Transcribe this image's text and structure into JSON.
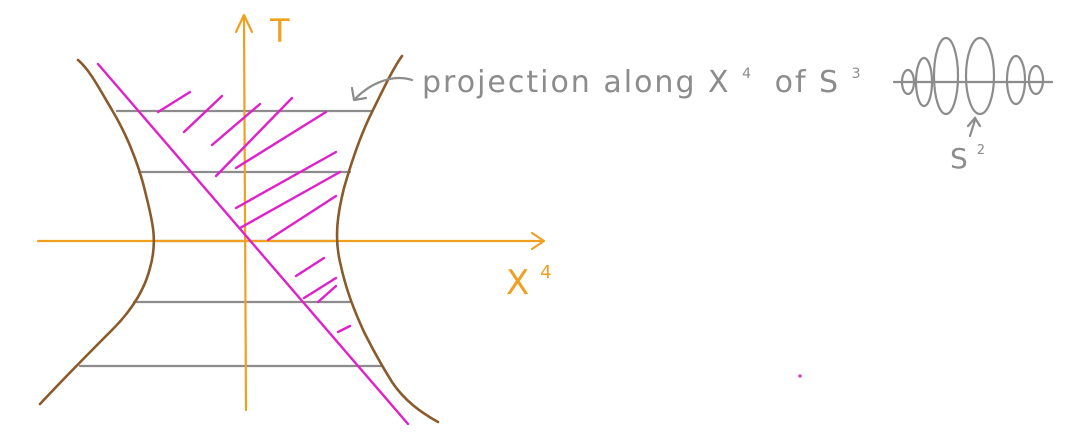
{
  "labels": {
    "time_axis": "T",
    "space_axis": "X",
    "space_axis_sup": "4",
    "annotation_main": "projection along X",
    "annotation_sup_x": "4",
    "annotation_of": "of S",
    "annotation_sup_s": "3",
    "sphere_label": "S",
    "sphere_label_sup": "2"
  },
  "colors": {
    "axes": "#f0a020",
    "hyperboloid": "#8b5a2b",
    "slices": "#8c8c8c",
    "light_ray": "#e020c8",
    "text": "#8c8c8c"
  }
}
